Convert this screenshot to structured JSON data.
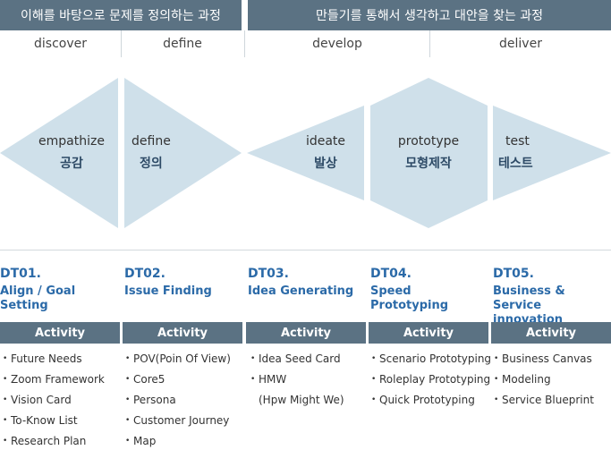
{
  "header": {
    "left": "이해를 바탕으로 문제를 정의하는 과정",
    "right": "만들기를 통해서 생각하고 대안을 찾는 과정"
  },
  "phases": [
    "discover",
    "define",
    "develop",
    "deliver"
  ],
  "stages": [
    {
      "en": "empathize",
      "ko": "공감"
    },
    {
      "en": "define",
      "ko": "정의"
    },
    {
      "en": "ideate",
      "ko": "발상"
    },
    {
      "en": "prototype",
      "ko": "모형제작"
    },
    {
      "en": "test",
      "ko": "테스트"
    }
  ],
  "columns": [
    {
      "code": "DT01.",
      "title": "Align / Goal Setting",
      "activity": "Activity",
      "items": [
        "Future Needs",
        "Zoom Framework",
        "Vision Card",
        "To-Know List",
        "Research Plan"
      ]
    },
    {
      "code": "DT02.",
      "title": "Issue Finding",
      "activity": "Activity",
      "items": [
        "POV(Poin Of View)",
        "Core5",
        "Persona",
        "Customer Journey",
        "Map"
      ]
    },
    {
      "code": "DT03.",
      "title": "Idea Generating",
      "activity": "Activity",
      "items": [
        "Idea Seed Card",
        "HMW",
        "(Hpw Might We)"
      ]
    },
    {
      "code": "DT04.",
      "title": "Speed Prototyping",
      "activity": "Activity",
      "items": [
        "Scenario Prototyping",
        "Roleplay Prototyping",
        "Quick Prototyping"
      ]
    },
    {
      "code": "DT05.",
      "title": "Business & Service innovation scenario",
      "activity": "Activity",
      "items": [
        "Business Canvas",
        "Modeling",
        "Service Blueprint"
      ]
    }
  ],
  "colors": {
    "header": "#5b7283",
    "shape": "#cfe0ea",
    "accent": "#2b6aa8",
    "korean": "#2d4a66"
  }
}
